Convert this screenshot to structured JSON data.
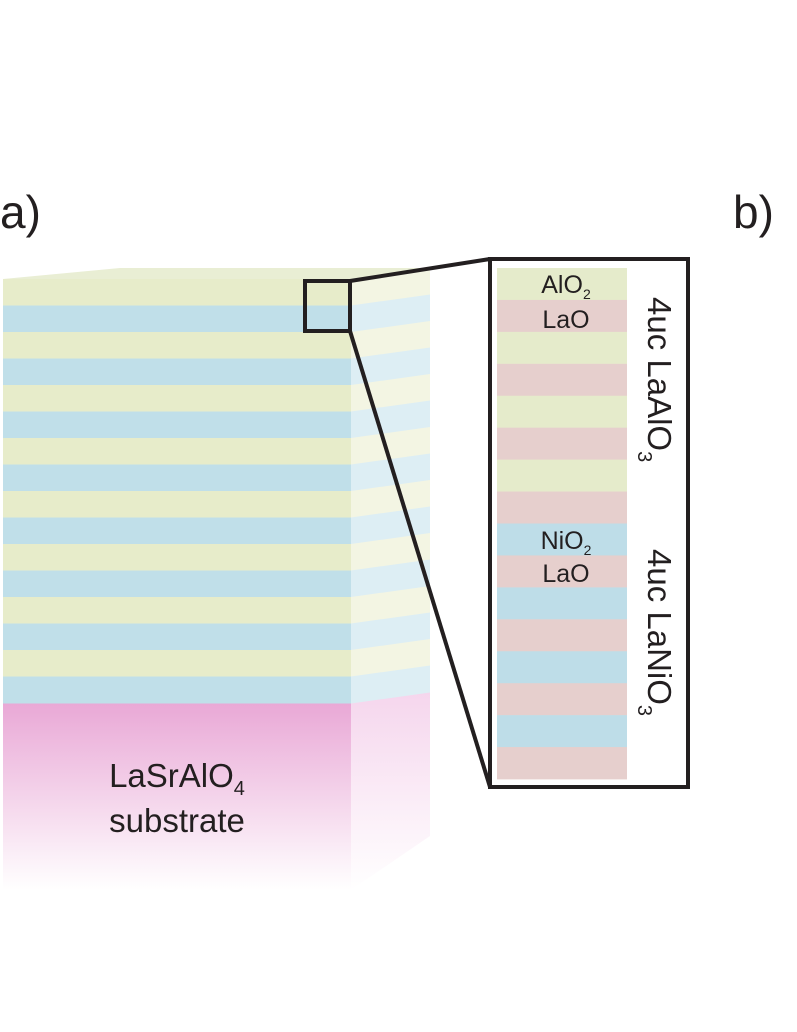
{
  "panels": {
    "a": "a)",
    "b": "b)"
  },
  "colors": {
    "alo2": "#e5ebcb",
    "nio2": "#bedde8",
    "lao": "#e6cfcd",
    "front_yellow": "#e7ecca",
    "front_blue": "#c0dfe9",
    "top_face": "#e9eed4",
    "side_yellow": "#f3f5e3",
    "side_blue": "#ddeef4",
    "substrate": "#e9a8d6",
    "outline": "#231f20"
  },
  "layers": {
    "alo2_base": "AlO",
    "alo2_sub": "2",
    "lao_top": "LaO",
    "nio2_base": "NiO",
    "nio2_sub": "2",
    "lao_bottom": "LaO"
  },
  "side_labels": {
    "laalo3_base": "4uc LaAlO",
    "laalo3_sub": "3",
    "lanio3_base": "4uc LaNiO",
    "lanio3_sub": "3"
  },
  "substrate": {
    "line1_base": "LaSrAlO",
    "line1_sub": "4",
    "line2": "substrate"
  },
  "stack": {
    "bilayer_count": 8,
    "top_material": "LaAlO3",
    "bottom_material": "LaNiO3",
    "unit_cells_each": 4
  }
}
